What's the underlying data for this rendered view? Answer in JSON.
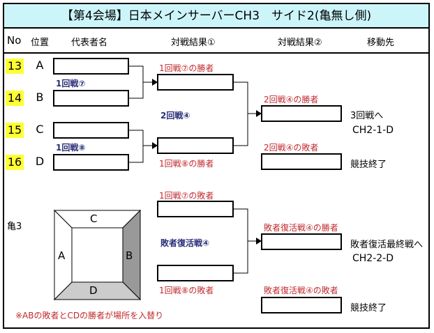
{
  "title": "【第4会場】日本メインサーバーCH3　サイド2(亀無し側)",
  "headers": {
    "no": "No",
    "position": "位置",
    "representative": "代表者名",
    "result1": "対戦結果①",
    "result2": "対戦結果②",
    "destination": "移動先"
  },
  "entries": [
    {
      "no": "13",
      "position": "A"
    },
    {
      "no": "14",
      "position": "B"
    },
    {
      "no": "15",
      "position": "C"
    },
    {
      "no": "16",
      "position": "D"
    }
  ],
  "bracket_main": {
    "match1_label": "1回戦⑦",
    "match2_label": "1回戦⑧",
    "round2_label": "2回戦④",
    "winner1_label": "1回戦⑦の勝者",
    "winner2_label": "1回戦⑧の勝者",
    "final_winner_label": "2回戦④の勝者",
    "final_loser_label": "2回戦④の敗者",
    "winner_dest_line1": "3回戦へ",
    "winner_dest_line2": "CH2-1-D",
    "loser_dest": "競技終了"
  },
  "kame": {
    "label": "亀3",
    "sides": {
      "top": "C",
      "left": "A",
      "right": "B",
      "bottom": "D"
    },
    "note": "※ABの敗者とCDの勝者が場所を入替り"
  },
  "bracket_repechage": {
    "loser1_label": "1回戦⑦の敗者",
    "loser2_label": "1回戦⑧の敗者",
    "match_label": "敗者復活戦④",
    "winner_label": "敗者復活戦④の勝者",
    "loser_label": "敗者復活戦④の敗者",
    "winner_dest_line1": "敗者復活最終戦へ",
    "winner_dest_line2": "CH2-2-D",
    "loser_dest": "競技終了"
  }
}
